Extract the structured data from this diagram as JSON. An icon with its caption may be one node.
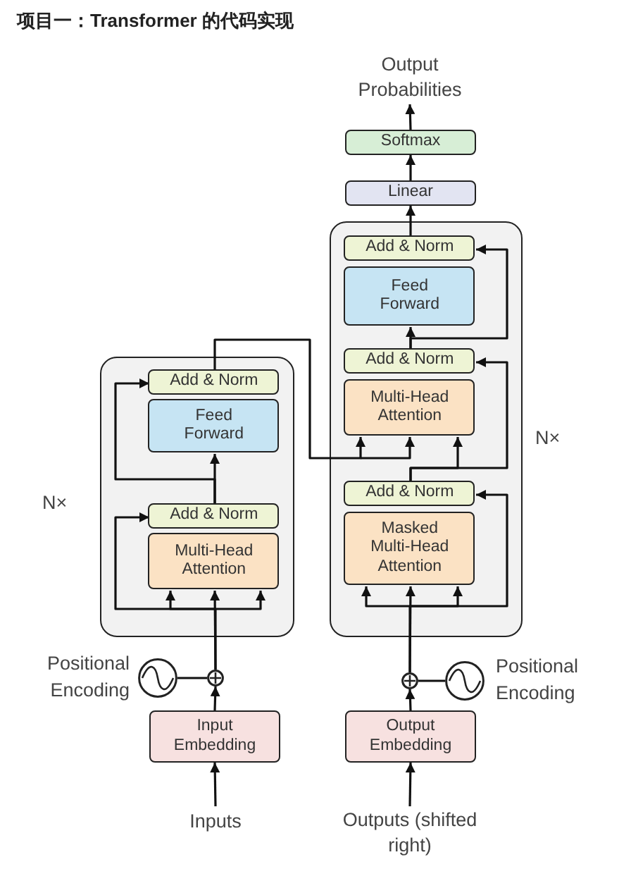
{
  "diagram": {
    "title": "项目一：Transformer 的代码实现",
    "nodes": [
      {
        "text": [],
        "shape": "box",
        "beside": [
          "N×"
        ]
      },
      {
        "text": [
          "Add & Norm"
        ],
        "in": 0
      },
      {
        "text": [
          "Feed Forward"
        ],
        "in": 0
      },
      {
        "text": [
          "Add & Norm"
        ],
        "in": 0
      },
      {
        "text": [
          "Multi-Head Attention"
        ],
        "in": 0
      },
      {
        "text": [],
        "shape": "box",
        "beside": [
          "N×"
        ]
      },
      {
        "text": [
          "Add & Norm"
        ],
        "in": 5
      },
      {
        "text": [
          "Feed Forward"
        ],
        "in": 5
      },
      {
        "text": [
          "Add & Norm"
        ],
        "in": 5
      },
      {
        "text": [
          "Multi-Head Attention"
        ],
        "in": 5
      },
      {
        "text": [
          "Add & Norm"
        ],
        "in": 5
      },
      {
        "text": [
          "Masked Multi-Head Attention"
        ],
        "in": 5
      },
      {
        "text": [
          "Linear"
        ]
      },
      {
        "text": [
          "Softmax"
        ]
      },
      {
        "text": [
          "Output Probabilities"
        ]
      },
      {
        "text": [
          "Input Embedding"
        ]
      },
      {
        "text": [
          "Output Embedding"
        ]
      },
      {
        "text": [
          "Inputs"
        ]
      },
      {
        "text": [
          "Outputs (shifted right)"
        ]
      },
      {
        "text": [],
        "shape": "circle"
      },
      {
        "text": [],
        "shape": "circle",
        "beside": [
          "Positional Encoding"
        ]
      },
      {
        "text": [],
        "shape": "circle"
      },
      {
        "text": [],
        "shape": "circle",
        "beside": [
          "Positional Encoding"
        ]
      }
    ],
    "edges": [
      {
        "from": 17,
        "to": 15,
        "arrow": "to"
      },
      {
        "from": 15,
        "to": 19,
        "arrow": "to"
      },
      {
        "from": 20,
        "to": 19,
        "arrow": "none"
      },
      {
        "from": 19,
        "to": 4,
        "arrow": "to"
      },
      {
        "from": 19,
        "to": 3,
        "arrow": "to"
      },
      {
        "from": 3,
        "to": 2,
        "arrow": "to"
      },
      {
        "from": 3,
        "to": 1,
        "arrow": "to"
      },
      {
        "from": 1,
        "to": 9,
        "arrow": "to"
      },
      {
        "from": 18,
        "to": 16,
        "arrow": "to"
      },
      {
        "from": 16,
        "to": 21,
        "arrow": "to"
      },
      {
        "from": 22,
        "to": 21,
        "arrow": "none"
      },
      {
        "from": 21,
        "to": 11,
        "arrow": "to"
      },
      {
        "from": 21,
        "to": 10,
        "arrow": "to"
      },
      {
        "from": 10,
        "to": 9,
        "arrow": "to"
      },
      {
        "from": 10,
        "to": 8,
        "arrow": "to"
      },
      {
        "from": 8,
        "to": 7,
        "arrow": "to"
      },
      {
        "from": 8,
        "to": 6,
        "arrow": "to"
      },
      {
        "from": 6,
        "to": 12,
        "arrow": "to"
      },
      {
        "from": 12,
        "to": 13,
        "arrow": "to"
      },
      {
        "from": 13,
        "to": 14,
        "arrow": "to"
      }
    ]
  }
}
